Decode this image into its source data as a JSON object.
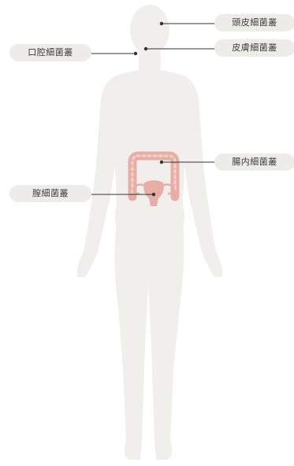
{
  "labels": {
    "scalp": "頭皮細菌叢",
    "skin": "皮膚細菌叢",
    "oral": "口腔細菌叢",
    "gut": "腸内細菌叢",
    "vagina": "膣細菌叢"
  },
  "colors": {
    "body": "#f1efec",
    "organ": "#e6aea5",
    "organ_light": "#f3d1cb",
    "label_bg": "#eeece9",
    "leader_line": "#333333"
  }
}
